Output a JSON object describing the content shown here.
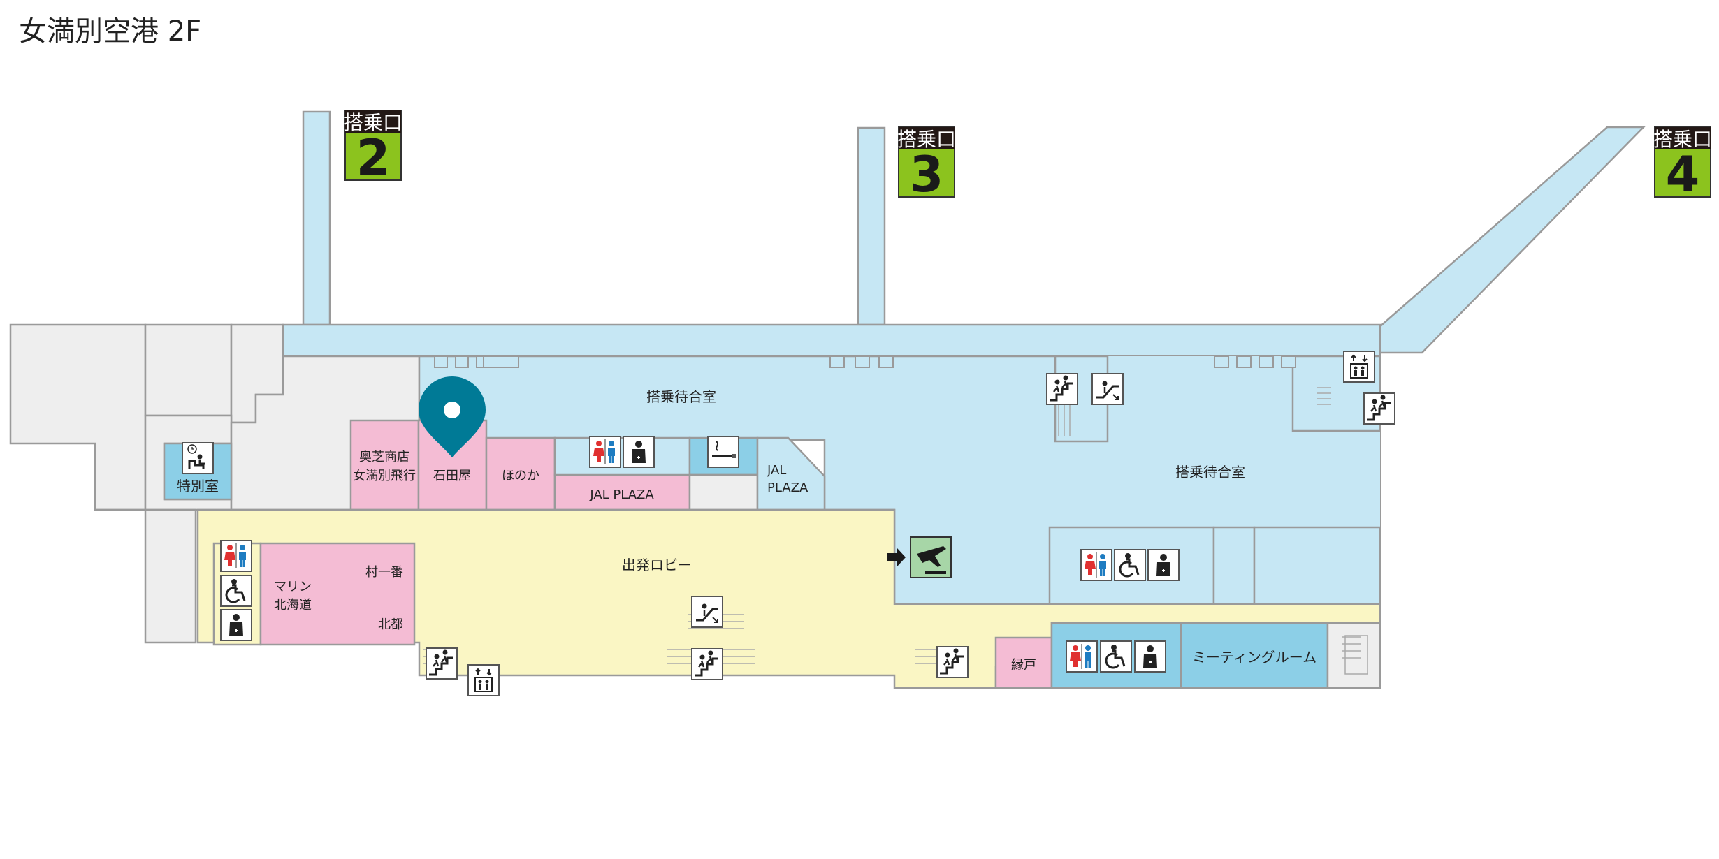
{
  "title": "女満別空港 2F",
  "colors": {
    "gate_area": "#c6e7f4",
    "departure_lobby": "#faf6c4",
    "shop": "#f4bcd4",
    "facility_blue": "#8ccfe7",
    "neutral": "#eeeeee",
    "outline": "#9a9a9a",
    "gate_badge": "#8cc31e",
    "gate_badge_head": "#231815",
    "pin": "#007a96",
    "departure_gate": "#a7d6a7"
  },
  "gates": [
    {
      "head": "搭乗口",
      "num": "2"
    },
    {
      "head": "搭乗口",
      "num": "3"
    },
    {
      "head": "搭乗口",
      "num": "4"
    }
  ],
  "areas": {
    "waiting_room_1": "搭乗待合室",
    "waiting_room_2": "搭乗待合室",
    "departure_lobby": "出発ロビー",
    "special_room": "特別室",
    "meeting_room": "ミーティングルーム"
  },
  "shops": {
    "okushiba": [
      "奥芝商店",
      "女満別飛行"
    ],
    "ishidaya": "石田屋",
    "honoka": "ほのか",
    "jal_plaza_1": "JAL PLAZA",
    "jal_plaza_2": [
      "JAL",
      "PLAZA"
    ],
    "marine": [
      "マリン",
      "北海道"
    ],
    "muraichiban": "村一番",
    "hokuto": "北都",
    "engawa": "縁戸"
  },
  "icons": [
    "toilet-icon",
    "nursing-room-icon",
    "smoking-area-icon",
    "elevator-icon",
    "stairs-icon",
    "escalator-icon",
    "accessible-toilet-icon",
    "lounge-icon",
    "departure-gate-icon",
    "location-pin-icon"
  ]
}
